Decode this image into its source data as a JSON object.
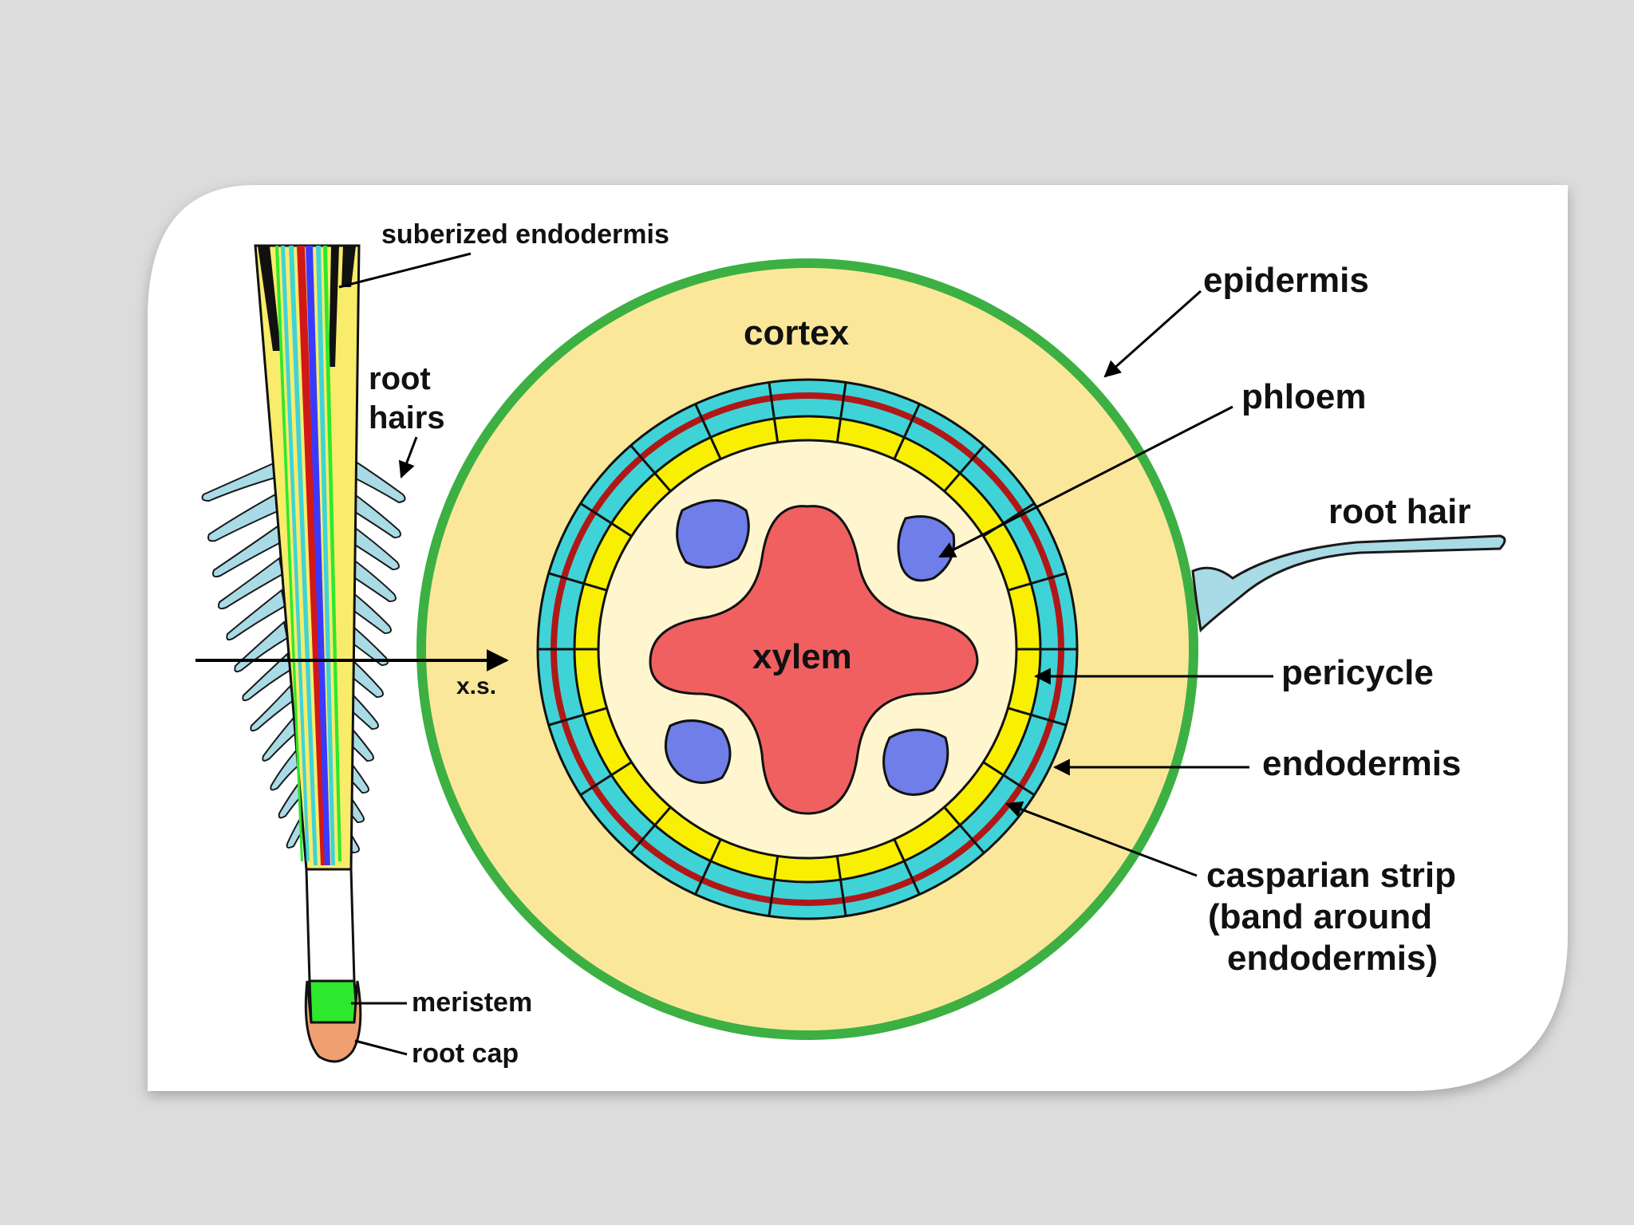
{
  "diagram": {
    "labels": {
      "suberized_endodermis": "suberized endodermis",
      "root_hairs_line1": "root",
      "root_hairs_line2": "hairs",
      "xs": "x.s.",
      "meristem": "meristem",
      "root_cap": "root cap",
      "cortex": "cortex",
      "xylem": "xylem",
      "epidermis": "epidermis",
      "phloem": "phloem",
      "root_hair": "root hair",
      "pericycle": "pericycle",
      "endodermis": "endodermis",
      "casparian_line1": "casparian strip",
      "casparian_line2": "(band around",
      "casparian_line3": "endodermis)"
    },
    "colors": {
      "background": "#dcdcdc",
      "card": "#ffffff",
      "epidermis": "#3cb043",
      "cortex": "#fbe79a",
      "endodermis": "#3fd3d8",
      "casparian": "#b01818",
      "pericycle": "#f8f000",
      "stele": "#fff6cf",
      "xylem": "#f06060",
      "phloem": "#6f7ee8",
      "root_hair": "#a9dbe6",
      "meristem": "#2ee82e",
      "root_cap": "#f0a070"
    }
  }
}
